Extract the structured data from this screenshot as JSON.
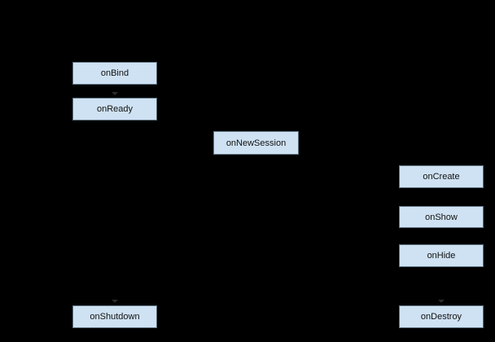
{
  "diagram": {
    "background_color": "#000000",
    "node_fill_color": "#cfe2f3",
    "node_border_color": "#5c7180",
    "node_text_color": "#111111",
    "nodes": {
      "onBind": {
        "label": "onBind"
      },
      "onReady": {
        "label": "onReady"
      },
      "onNewSession": {
        "label": "onNewSession"
      },
      "onCreate": {
        "label": "onCreate"
      },
      "onShow": {
        "label": "onShow"
      },
      "onHide": {
        "label": "onHide"
      },
      "onDestroy": {
        "label": "onDestroy"
      },
      "onShutdown": {
        "label": "onShutdown"
      }
    }
  }
}
